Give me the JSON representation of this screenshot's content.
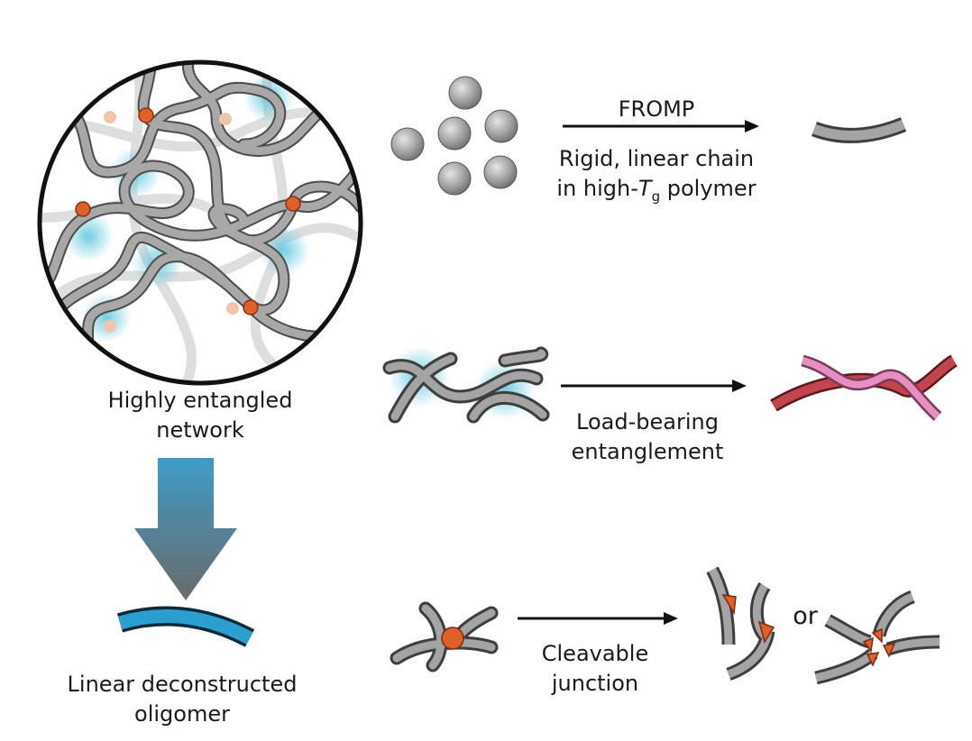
{
  "labels": {
    "network_line1": "Highly entangled",
    "network_line2": "network",
    "oligomer_line1": "Linear deconstructed",
    "oligomer_line2": "oligomer",
    "fromp": "FROMP",
    "rigid_line1": "Rigid, linear chain",
    "rigid_line2_pre": "in high-",
    "rigid_T": "T",
    "rigid_sub": "g",
    "rigid_line2_post": " polymer",
    "load_line1": "Load-bearing",
    "load_line2": "entanglement",
    "cleave_line1": "Cleavable",
    "cleave_line2": "junction",
    "or": "or"
  },
  "colors": {
    "chain_gray": "#9c9c9c",
    "chain_outline": "#4a4a4a",
    "junction_orange": "#e0602a",
    "entanglement_glow": "#5cc4dc",
    "oligomer_blue": "#2a9fd0",
    "arrow_top": "#3e9cc7",
    "arrow_bottom": "#6c6c6c",
    "red_chain": "#c2444c",
    "pink_chain": "#e68fc0"
  }
}
